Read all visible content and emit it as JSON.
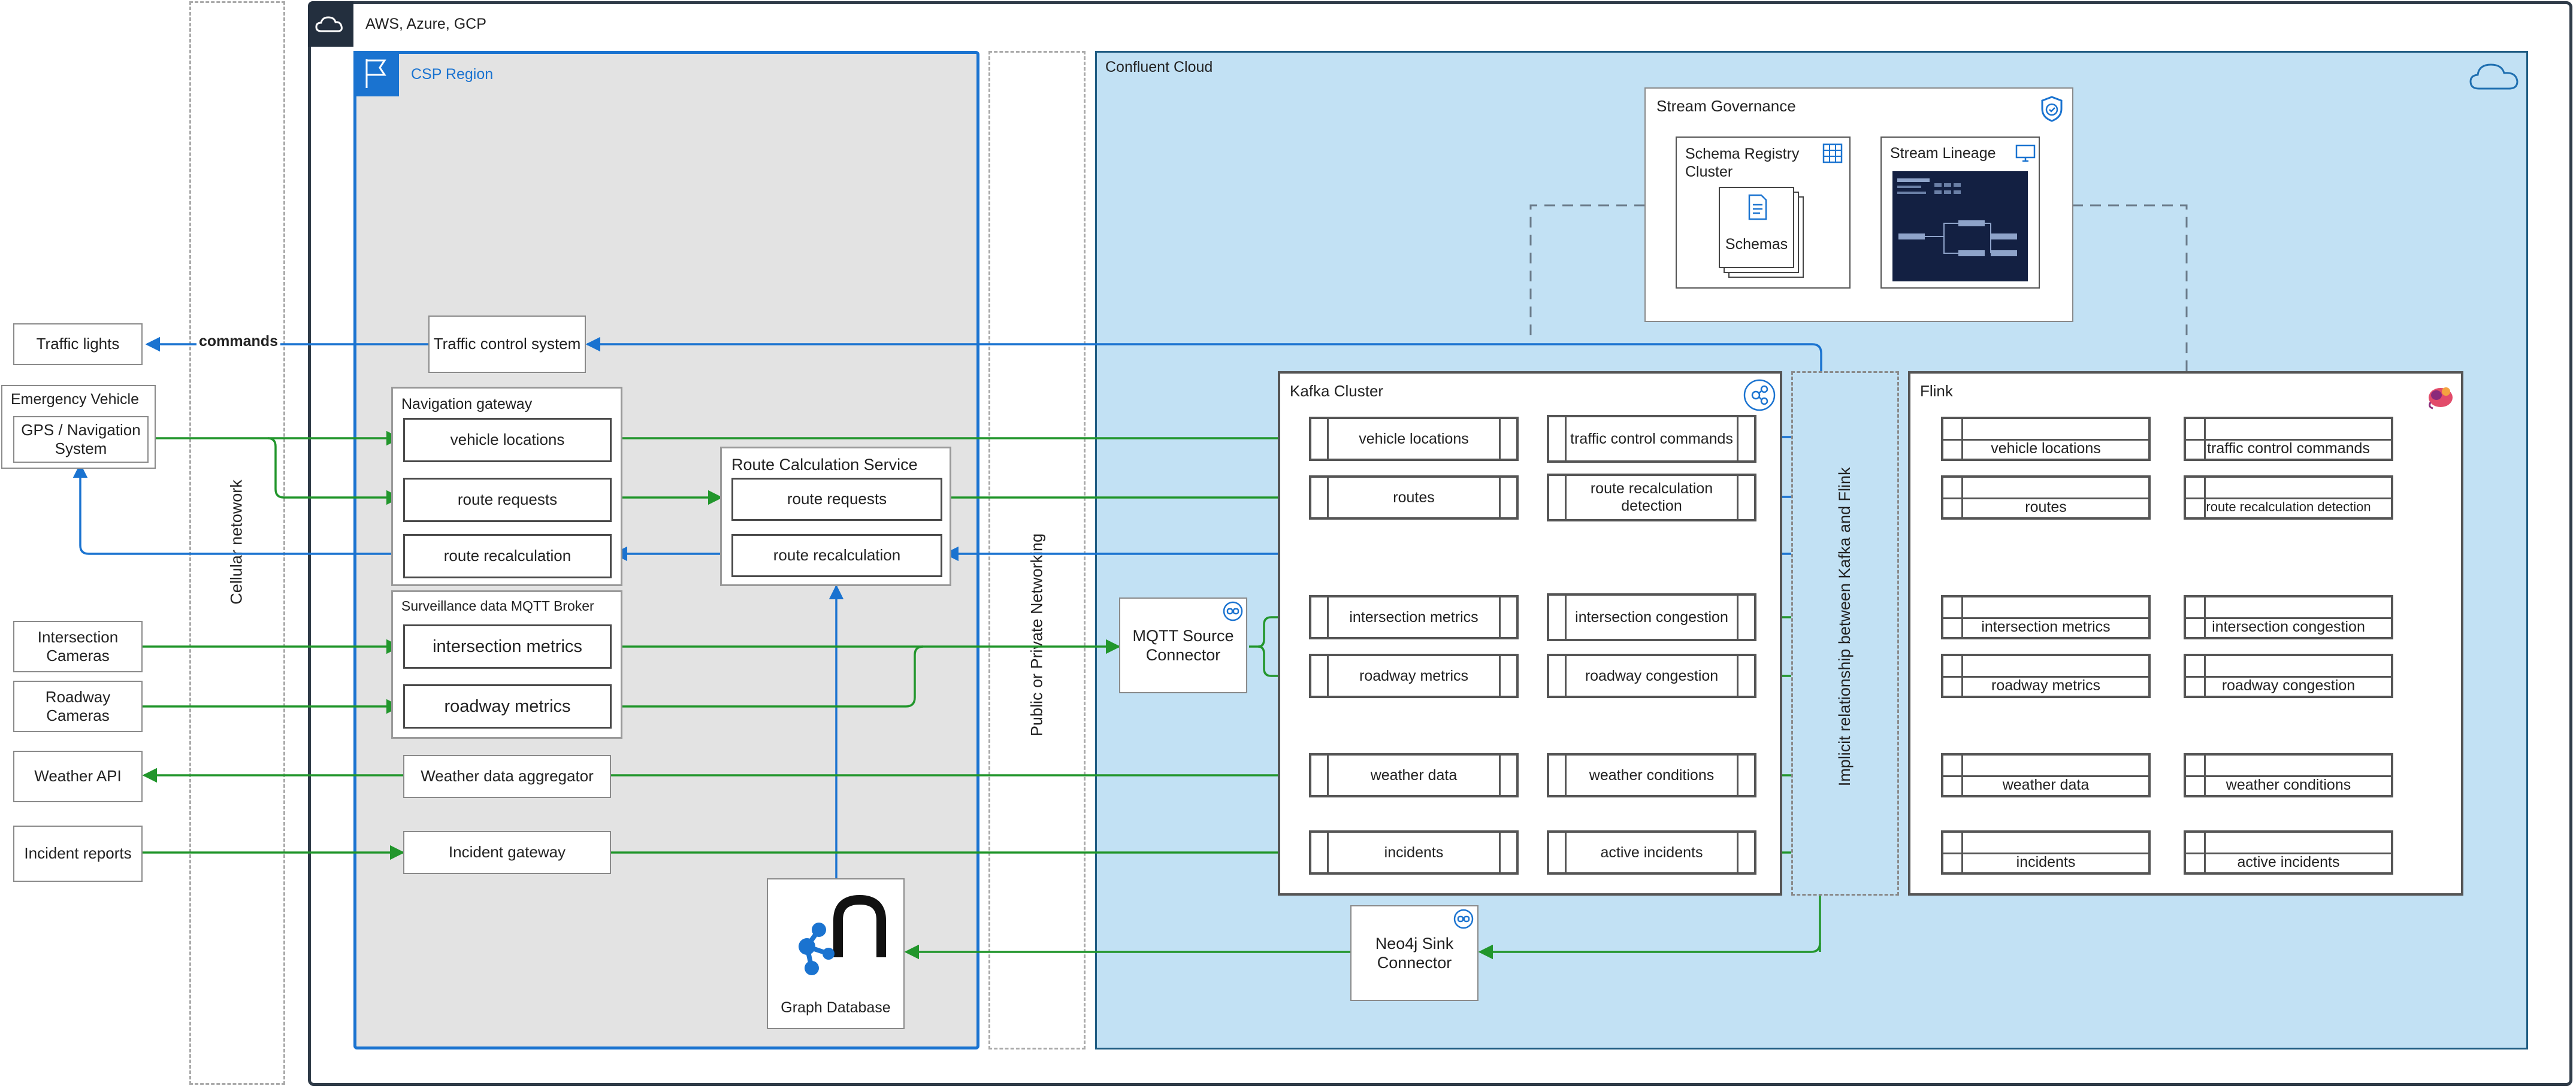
{
  "cloud": {
    "title": "AWS, Azure, GCP"
  },
  "cellular_label": "Cellular netowork",
  "csp_region": {
    "title": "CSP Region"
  },
  "public_private_label": "Public or Private Networking",
  "confluent_cloud": {
    "title": "Confluent Cloud"
  },
  "external": {
    "traffic_lights": "Traffic lights",
    "commands": "commands",
    "emergency_vehicle": "Emergency Vehicle",
    "gps_system": "GPS / Navigation System",
    "intersection_cameras": "Intersection Cameras",
    "roadway_cameras": "Roadway Cameras",
    "weather_api": "Weather API",
    "incident_reports": "Incident reports"
  },
  "services": {
    "traffic_control_system": "Traffic control system",
    "navigation_gateway": {
      "title": "Navigation gateway",
      "items": [
        "vehicle locations",
        "route requests",
        "route recalculation"
      ]
    },
    "surveillance_broker": {
      "title": "Surveillance data MQTT Broker",
      "items": [
        "intersection metrics",
        "roadway metrics"
      ]
    },
    "weather_aggregator": "Weather data aggregator",
    "incident_gateway": "Incident gateway",
    "route_calc": {
      "title": "Route Calculation Service",
      "items": [
        "route requests",
        "route recalculation"
      ]
    },
    "graph_db": "Graph Database"
  },
  "connectors": {
    "mqtt_source": "MQTT Source Connector",
    "neo4j_sink": "Neo4j Sink Connector"
  },
  "governance": {
    "title": "Stream Governance",
    "schema_registry": "Schema Registry Cluster",
    "schemas": "Schemas",
    "lineage": "Stream Lineage"
  },
  "kafka": {
    "title": "Kafka Cluster",
    "left_topics": [
      "vehicle locations",
      "routes",
      "intersection metrics",
      "roadway metrics",
      "weather data",
      "incidents"
    ],
    "right_topics": [
      "traffic control commands",
      "route recalculation detection",
      "intersection congestion",
      "roadway congestion",
      "weather conditions",
      "active incidents"
    ]
  },
  "implicit_label": "Implicit relationship between Kafka and Flink",
  "flink": {
    "title": "Flink",
    "left_tables": [
      "vehicle locations",
      "routes",
      "intersection metrics",
      "roadway metrics",
      "weather data",
      "incidents"
    ],
    "right_tables": [
      "traffic control commands",
      "route recalculation detection",
      "intersection congestion",
      "roadway congestion",
      "weather conditions",
      "active incidents"
    ]
  },
  "colors": {
    "blue": "#1a73d0",
    "green": "#22962c",
    "red": "#e02020",
    "confluent_bg": "#c2e1f4",
    "region_bg": "#e3e3e3"
  }
}
